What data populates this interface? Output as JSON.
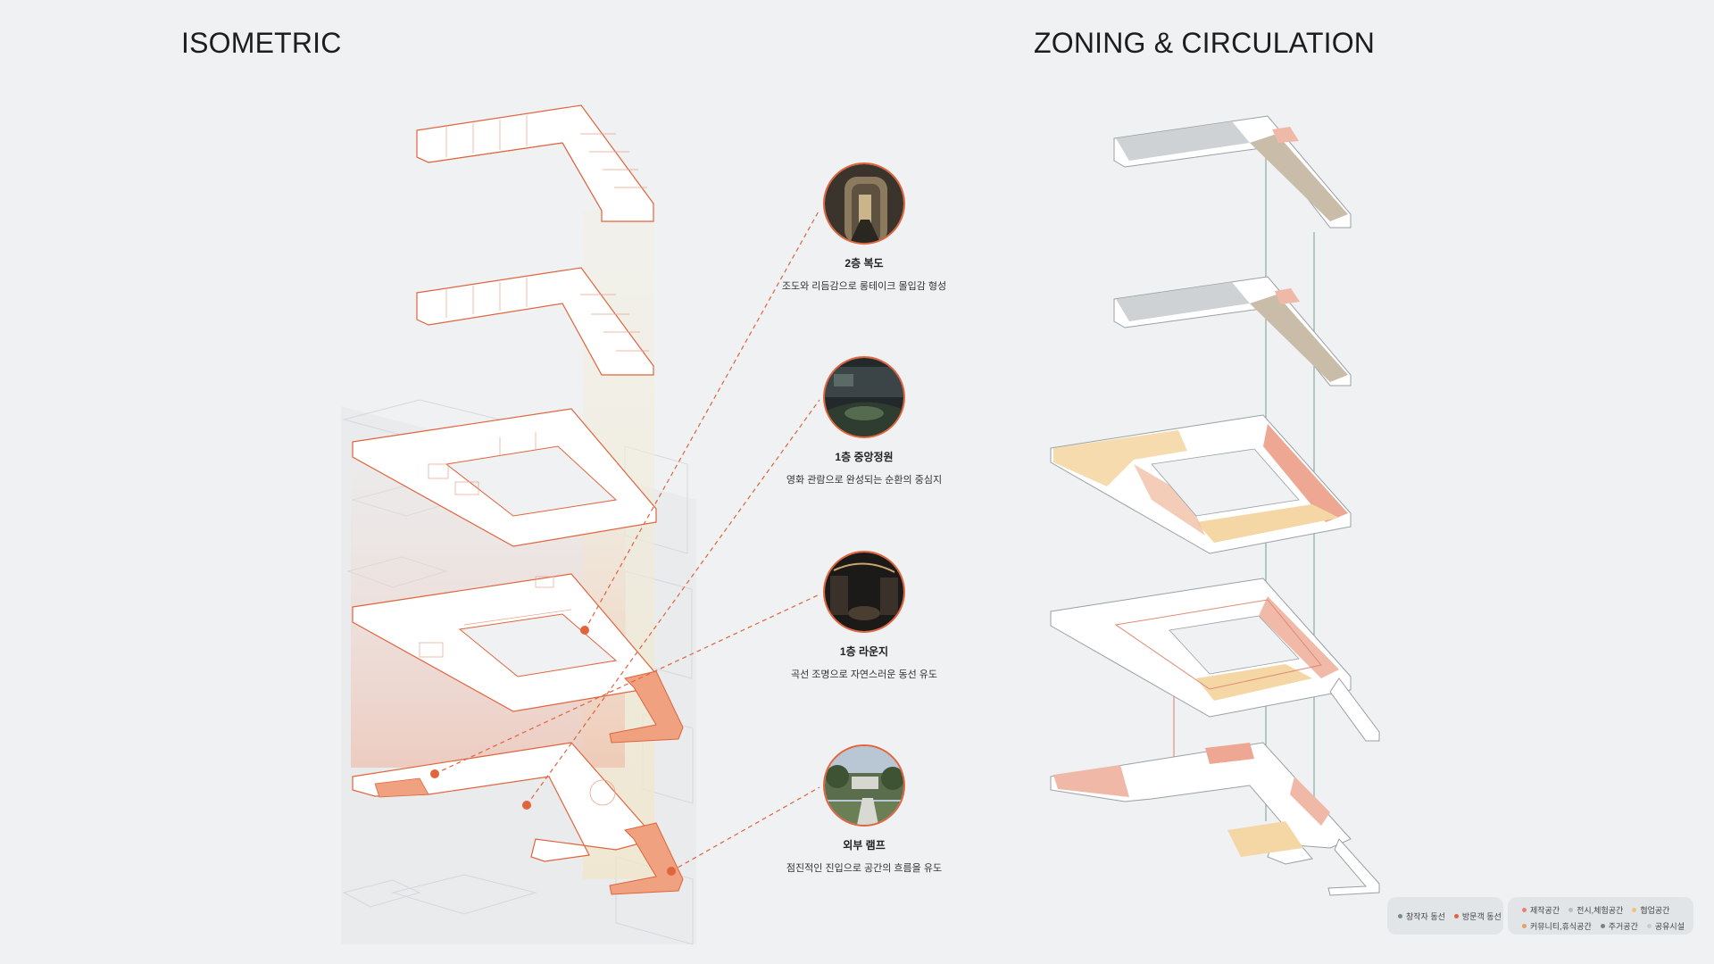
{
  "headings": {
    "left": "ISOMETRIC",
    "right": "ZONING & CIRCULATION"
  },
  "callouts": [
    {
      "title": "2층 복도",
      "desc": "조도와 리듬감으로 롱테이크 몰입감 형성"
    },
    {
      "title": "1층 중앙정원",
      "desc": "영화 관람으로 완성되는 순환의 중심지"
    },
    {
      "title": "1층 라운지",
      "desc": "곡선 조명으로 자연스러운 동선 유도"
    },
    {
      "title": "외부 램프",
      "desc": "점진적인 진입으로 공간의 흐름을 유도"
    }
  ],
  "legend": {
    "circulation": [
      {
        "label": "창작자 동선",
        "color": "#7a8a8c"
      },
      {
        "label": "방문객 동선",
        "color": "#e0643c"
      }
    ],
    "zones_row1": [
      {
        "label": "제작공간",
        "color": "#e8826a"
      },
      {
        "label": "전시,체험공간",
        "color": "#b8bcbf"
      },
      {
        "label": "협업공간",
        "color": "#f2c27a"
      }
    ],
    "zones_row2": [
      {
        "label": "커뮤니티,휴식공간",
        "color": "#e3a06a"
      },
      {
        "label": "주거공간",
        "color": "#7d7f82"
      },
      {
        "label": "공유시설",
        "color": "#c9cbcd"
      }
    ]
  },
  "colors": {
    "accent": "#e0643c",
    "background": "#eff1f3",
    "slab": "#ffffff",
    "circulation_line": "#7fa8a0"
  }
}
